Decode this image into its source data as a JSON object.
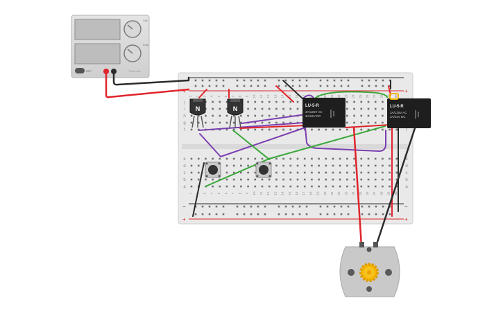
{
  "power_supply": {
    "knob1_label": "Volt",
    "knob2_label": "Amp",
    "switch_label": "OFF",
    "brand": "Tinkercad"
  },
  "transistors": [
    {
      "label": "N"
    },
    {
      "label": "N"
    }
  ],
  "relays": [
    {
      "model": "LU-5-R",
      "line1": "3A/125V AC",
      "line2": "3A/24V DC"
    },
    {
      "model": "LU-5-R",
      "line1": "3A/125V AC",
      "line2": "3A/24V DC"
    }
  ],
  "breadboard": {
    "rail_plus": "+",
    "rail_minus": "−",
    "top_rows": [
      "j",
      "i",
      "h",
      "g",
      "f"
    ],
    "bottom_rows": [
      "e",
      "d",
      "c",
      "b",
      "a"
    ],
    "columns": [
      "1",
      "2",
      "3",
      "4",
      "5",
      "6",
      "7",
      "8",
      "9",
      "10",
      "11",
      "12",
      "13",
      "14",
      "15",
      "16",
      "17",
      "18",
      "19",
      "20",
      "21",
      "22",
      "23",
      "24",
      "25",
      "26",
      "27",
      "28",
      "29",
      "30"
    ]
  },
  "colors": {
    "red_wire": "#e0242b",
    "black_wire": "#2b2b2b",
    "purple_wire": "#7b3fb0",
    "green_wire": "#3aa83a",
    "board": "#e9e9e9",
    "hole": "#6e6e6e"
  }
}
